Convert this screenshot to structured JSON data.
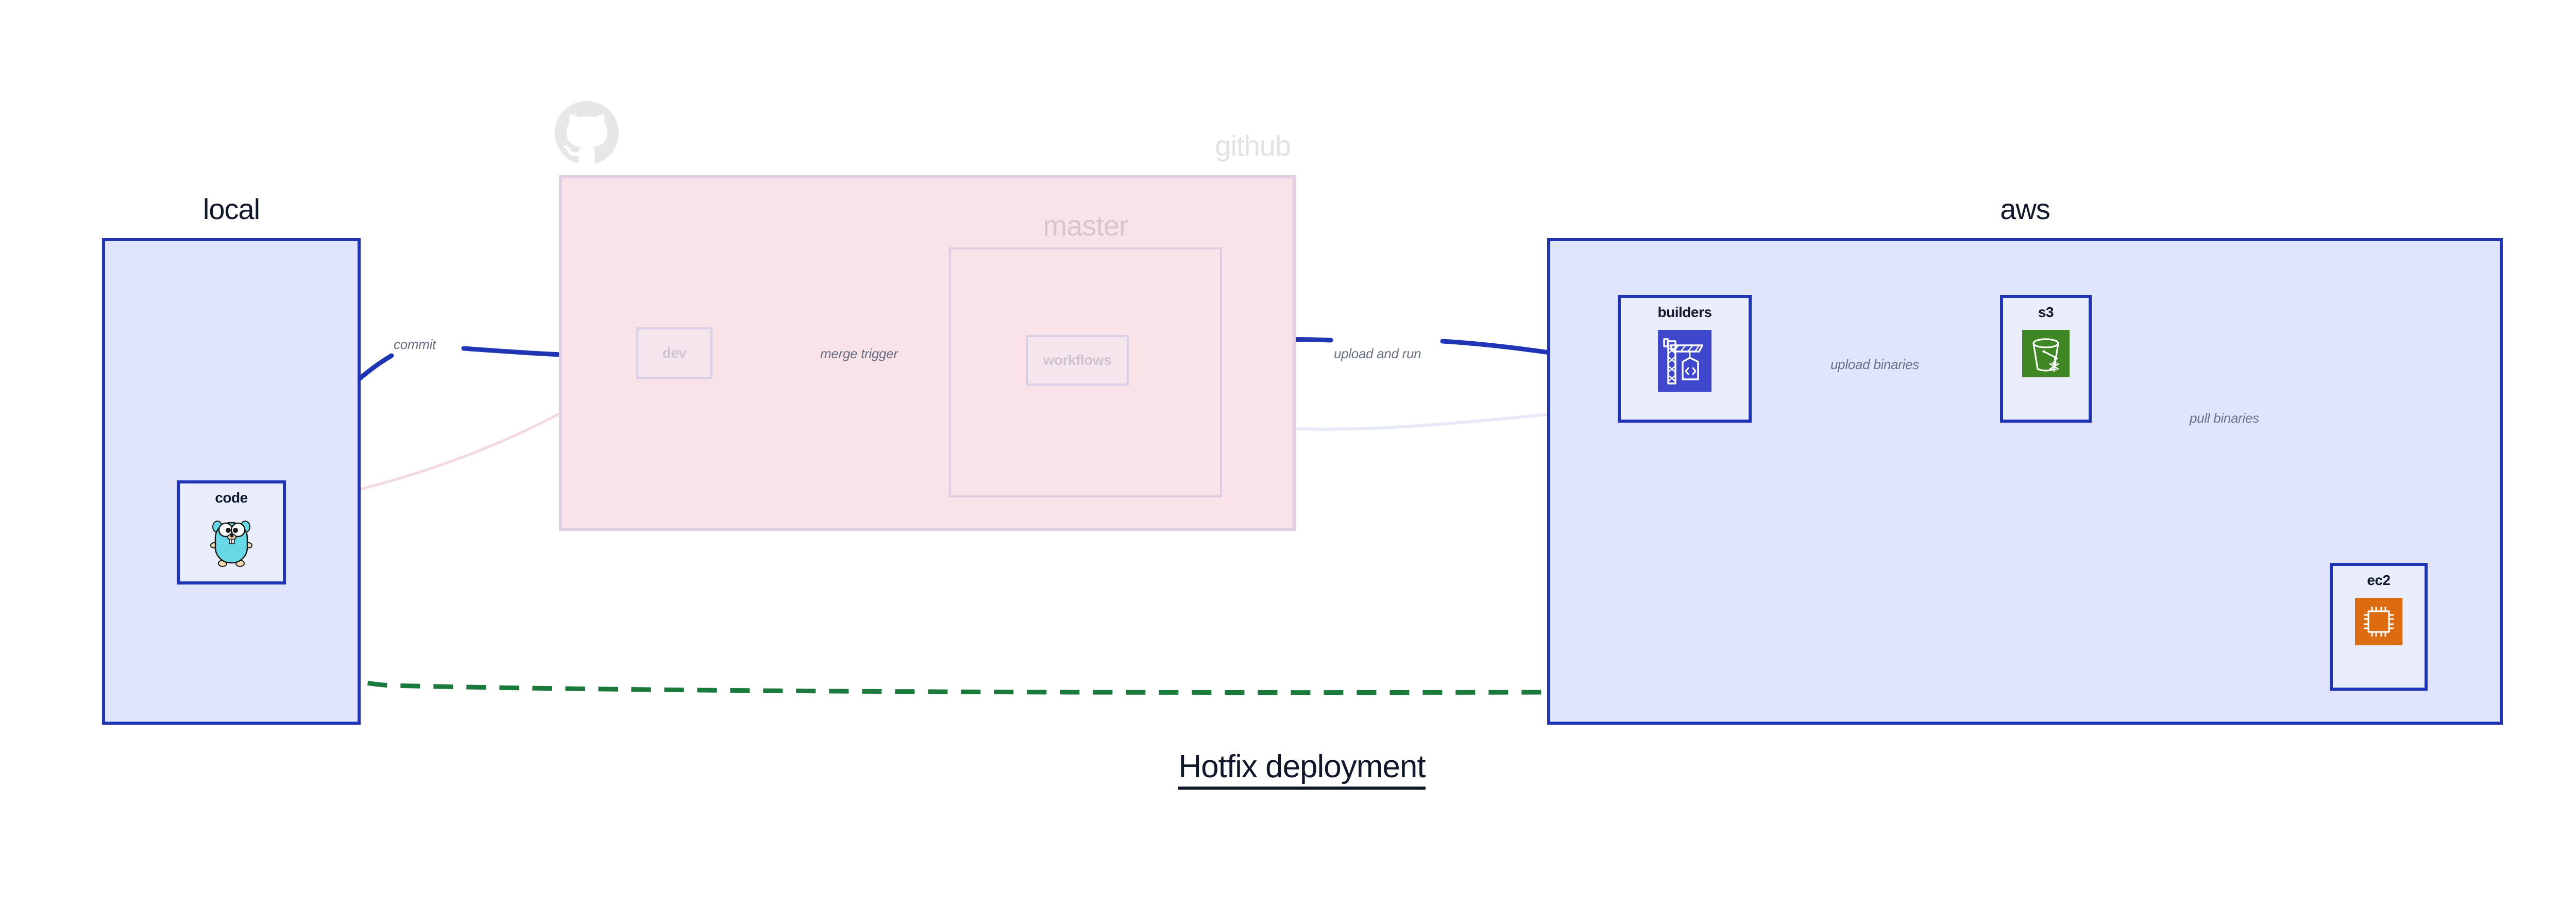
{
  "diagram": {
    "title": "Hotfix deployment",
    "colors": {
      "edge_blue": "#1f35b5",
      "edge_green": "#1a7a3c",
      "container_fill_blue": "#e1e5fb",
      "container_fill_pink": "#f9e2e8",
      "node_fill": "#eaedfc",
      "label_gray": "#6b7185",
      "text_dark": "#12182b",
      "builders_icon_bg": "#3f48cc",
      "s3_icon_bg": "#3f8624",
      "ec2_icon_bg": "#dd6b10",
      "gopher_body": "#67d8e5"
    },
    "clusters": [
      {
        "id": "local",
        "label": "local"
      },
      {
        "id": "github",
        "label": "github",
        "dimmed": true
      },
      {
        "id": "master",
        "label": "master",
        "dimmed": true
      },
      {
        "id": "aws",
        "label": "aws"
      }
    ],
    "nodes": [
      {
        "id": "code",
        "label": "code",
        "icon": "go-gopher-icon",
        "cluster": "local"
      },
      {
        "id": "dev",
        "label": "dev",
        "icon": "none",
        "cluster": "github",
        "dimmed": true
      },
      {
        "id": "workflows",
        "label": "workflows",
        "icon": "none",
        "cluster": "master",
        "dimmed": true
      },
      {
        "id": "builders",
        "label": "builders",
        "icon": "aws-codebuild-icon",
        "cluster": "aws"
      },
      {
        "id": "s3",
        "label": "s3",
        "icon": "aws-s3-bucket-icon",
        "cluster": "aws"
      },
      {
        "id": "ec2",
        "label": "ec2",
        "icon": "aws-ec2-chip-icon",
        "cluster": "aws"
      }
    ],
    "edges": [
      {
        "id": "commit",
        "from": "code",
        "to": "dev",
        "label": "commit",
        "style": "solid",
        "color": "#1f35b5"
      },
      {
        "id": "merge-trigger",
        "from": "dev",
        "to": "workflows",
        "label": "merge trigger",
        "style": "solid",
        "color": "#1f35b5"
      },
      {
        "id": "upload-and-run",
        "from": "workflows",
        "to": "builders",
        "label": "upload and run",
        "style": "solid",
        "color": "#1f35b5"
      },
      {
        "id": "upload-binaries",
        "from": "builders",
        "to": "s3",
        "label": "upload binaries",
        "style": "solid",
        "color": "#1f35b5"
      },
      {
        "id": "pull-binaries",
        "from": "s3",
        "to": "ec2",
        "label": "pull binaries",
        "style": "solid",
        "color": "#1f35b5"
      },
      {
        "id": "hotfix-direct",
        "from": "code",
        "to": "ec2",
        "label": "",
        "style": "dashed",
        "color": "#1a7a3c"
      }
    ],
    "github_logo": "github-octocat-icon"
  }
}
